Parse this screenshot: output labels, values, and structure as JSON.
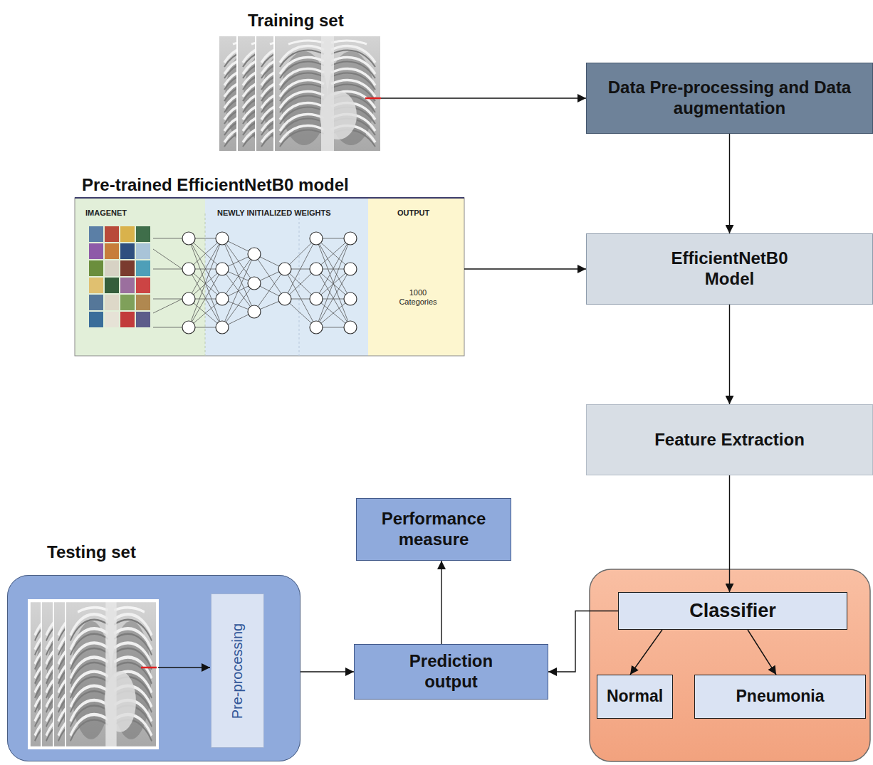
{
  "diagram": {
    "nodes": [
      {
        "text": [
          "Training set"
        ]
      },
      {
        "text": [
          "Data Pre-processing and Data augmentation"
        ]
      },
      {
        "text": [
          "Pre-trained EfficientNetB0 model"
        ]
      },
      {
        "text": [
          "EfficientNetB0 Model"
        ]
      },
      {
        "text": [
          "Feature Extraction"
        ]
      },
      {
        "text": [
          "Performance measure"
        ]
      },
      {
        "text": [
          "Testing set"
        ]
      },
      {
        "text": [
          "Pre-processing"
        ],
        "in": 6
      },
      {
        "text": [
          "Prediction output"
        ]
      },
      {
        "text": [
          "Classifier"
        ]
      },
      {
        "text": [
          "Normal"
        ]
      },
      {
        "text": [
          "Pneumonia"
        ]
      }
    ],
    "edges": [
      {
        "from": 0,
        "to": 1,
        "arrow": "to"
      },
      {
        "from": 1,
        "to": 3,
        "arrow": "to"
      },
      {
        "from": 2,
        "to": 3,
        "arrow": "to"
      },
      {
        "from": 3,
        "to": 4,
        "arrow": "to"
      },
      {
        "from": 4,
        "to": 9,
        "arrow": "to"
      },
      {
        "from": 9,
        "to": 10,
        "arrow": "to"
      },
      {
        "from": 9,
        "to": 11,
        "arrow": "to"
      },
      {
        "from": 9,
        "to": 8,
        "arrow": "to"
      },
      {
        "from": 6,
        "to": 8,
        "arrow": "to"
      },
      {
        "from": 8,
        "to": 5,
        "arrow": "to"
      }
    ],
    "labels": [
      "IMAGENET",
      "NEWLY INITIALIZED WEIGHTS",
      "OUTPUT",
      "1000 Categories"
    ]
  }
}
